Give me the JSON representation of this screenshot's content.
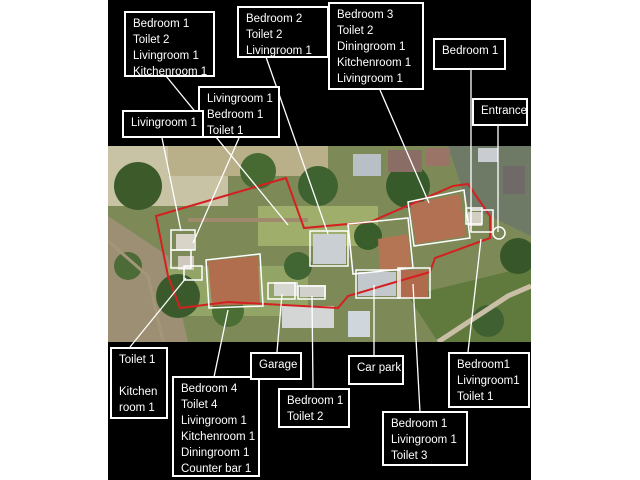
{
  "colors": {
    "background": "#000000",
    "label_border": "#ffffff",
    "label_text": "#ffffff",
    "site_boundary": "#d42020",
    "building_outline": "#ffffff"
  },
  "labels": [
    {
      "id": "house-a",
      "lines": [
        "Bedroom 1",
        "Toilet 2",
        "Livingroom 1",
        "Kitchenroom 1"
      ]
    },
    {
      "id": "house-b",
      "lines": [
        "Bedroom 2",
        "Toilet 2",
        "Livingroom 1"
      ]
    },
    {
      "id": "house-c",
      "lines": [
        "Bedroom 3",
        "Toilet 2",
        "Diningroom 1",
        "Kitchenroom 1",
        "Livingroom 1"
      ]
    },
    {
      "id": "house-d",
      "lines": [
        "Bedroom 1"
      ]
    },
    {
      "id": "house-e",
      "lines": [
        "Livingroom 1",
        "Bedroom 1",
        "Toilet 1"
      ]
    },
    {
      "id": "house-f",
      "lines": [
        "Livingroom 1"
      ]
    },
    {
      "id": "entrance",
      "lines": [
        "Entrance"
      ]
    },
    {
      "id": "house-g",
      "lines": [
        "Toilet 1",
        "",
        "Kitchen",
        "room 1"
      ]
    },
    {
      "id": "house-h",
      "lines": [
        "Bedroom 4",
        "Toilet 4",
        "Livingroom 1",
        "Kitchenroom 1",
        "Diningroom 1",
        "Counter bar 1"
      ]
    },
    {
      "id": "garage",
      "lines": [
        "Garage"
      ]
    },
    {
      "id": "house-i",
      "lines": [
        "Bedroom 1",
        "Toilet 2"
      ]
    },
    {
      "id": "car-park",
      "lines": [
        "Car park"
      ]
    },
    {
      "id": "house-j",
      "lines": [
        "Bedroom1",
        "Livingroom1",
        "Toilet 1"
      ]
    },
    {
      "id": "house-k",
      "lines": [
        "Bedroom 1",
        "Livingroom 1",
        "Toilet 3"
      ]
    }
  ]
}
